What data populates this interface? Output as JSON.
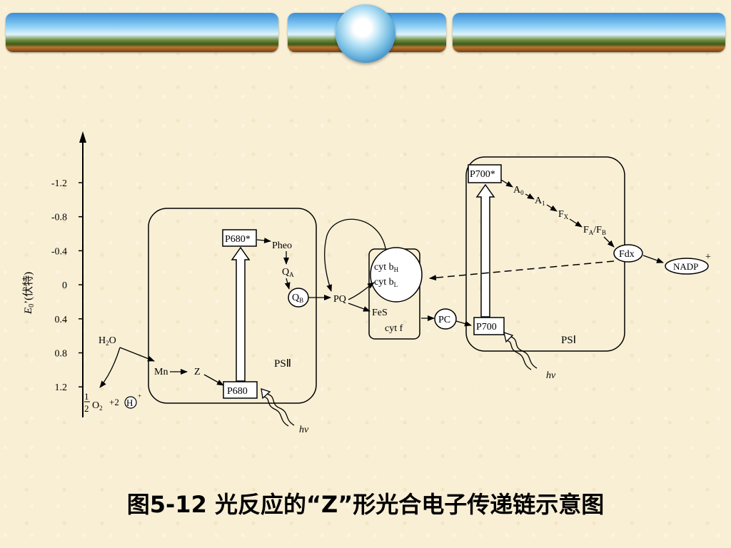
{
  "axis": {
    "label": "E",
    "label_sub": "0",
    "label_rest": "’(伏特)",
    "ticks": [
      "-1.2",
      "-0.8",
      "-0.4",
      "0",
      "0.4",
      "0.8",
      "1.2"
    ]
  },
  "psII": {
    "label": "PSⅡ",
    "p680_excited": "P680*",
    "p680": "P680",
    "pheo": "Pheo",
    "qa": "Q",
    "qa_sub": "A",
    "qb": "Q",
    "qb_sub": "B",
    "mn": "Mn",
    "z": "Z",
    "water": "H",
    "water_sub": "2",
    "water_o": "O",
    "half_num": "1",
    "half_den": "2",
    "o2": "O",
    "o2_sub": "2",
    "plus_2": "+2",
    "h": "H",
    "h_sup": "+",
    "hv": "hν"
  },
  "cytb6f": {
    "pq": "PQ",
    "cytbh": "cyt b",
    "cytbh_sub": "H",
    "cytbl": "cyt b",
    "cytbl_sub": "L",
    "fes": "FeS",
    "cytf": "cyt f"
  },
  "psI": {
    "label": "PSⅠ",
    "p700_excited": "P700*",
    "p700": "P700",
    "a0": "A",
    "a0_sub": "0",
    "a1": "A",
    "a1_sub": "1",
    "fx": "F",
    "fx_sub": "X",
    "fa": "F",
    "fa_sub": "A",
    "fb_sep": "/F",
    "fb_sub": "B",
    "fdx": "Fdx",
    "nadp": "NADP",
    "nadp_sup": "+",
    "pc": "PC",
    "hv": "hν"
  },
  "caption": "图5-12   光反应的“Z”形光合电子传递链示意图"
}
